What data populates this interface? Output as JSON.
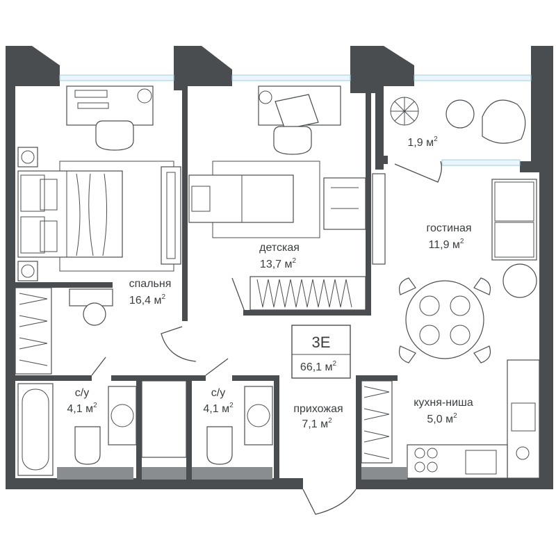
{
  "apartment": {
    "type": "3E",
    "total_area": "66,1 м",
    "area_unit_sup": "2"
  },
  "rooms": [
    {
      "id": "bedroom",
      "name": "спальня",
      "area": "16,4 м"
    },
    {
      "id": "kids",
      "name": "детская",
      "area": "13,7 м"
    },
    {
      "id": "balcony",
      "name": "",
      "area": "1,9 м"
    },
    {
      "id": "living",
      "name": "гостиная",
      "area": "11,9 м"
    },
    {
      "id": "bath1",
      "name": "с/у",
      "area": "4,1 м"
    },
    {
      "id": "bath2",
      "name": "с/у",
      "area": "4,1 м"
    },
    {
      "id": "hall",
      "name": "прихожая",
      "area": "7,1 м"
    },
    {
      "id": "kitchen",
      "name": "кухня-ниша",
      "area": "5,0 м"
    }
  ],
  "colors": {
    "wall": "#4a4d50",
    "window_glass": "#eaf6fb",
    "fixture_grey": "#8a8d90"
  }
}
